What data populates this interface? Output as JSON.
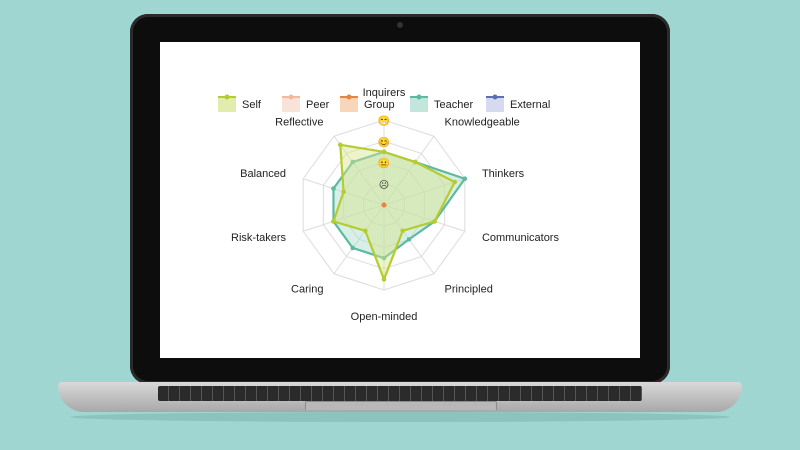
{
  "chart_data": {
    "type": "radar",
    "legend_position": "top",
    "axes": [
      "Inquirers",
      "Knowledgeable",
      "Thinkers",
      "Communicators",
      "Principled",
      "Open-minded",
      "Caring",
      "Risk-takers",
      "Balanced",
      "Reflective"
    ],
    "scale_icons": [
      "😁",
      "😊",
      "😐",
      "☹"
    ],
    "series": [
      {
        "name": "Self",
        "color": "#b5cc2e",
        "fill": "#d6e58a",
        "values": [
          2.5,
          2.5,
          3.5,
          2.5,
          1.5,
          3.5,
          1.5,
          2.5,
          2.0,
          3.5
        ]
      },
      {
        "name": "Peer",
        "color": "#f2b9a2",
        "fill": "#f7d6c8",
        "values": []
      },
      {
        "name": "Group",
        "color": "#e8843f",
        "fill": "#f3c49b",
        "values": [
          0,
          0,
          0,
          0,
          0,
          0,
          0,
          0,
          0,
          0
        ]
      },
      {
        "name": "Teacher",
        "color": "#5fb9a2",
        "fill": "#a8dccd",
        "values": [
          2.5,
          2.5,
          4.0,
          2.5,
          2.0,
          2.5,
          2.5,
          2.5,
          2.5,
          2.5
        ]
      },
      {
        "name": "External",
        "color": "#5d6fb3",
        "fill": "#c4cbea",
        "values": []
      }
    ],
    "scale_max": 4,
    "grid": true
  }
}
